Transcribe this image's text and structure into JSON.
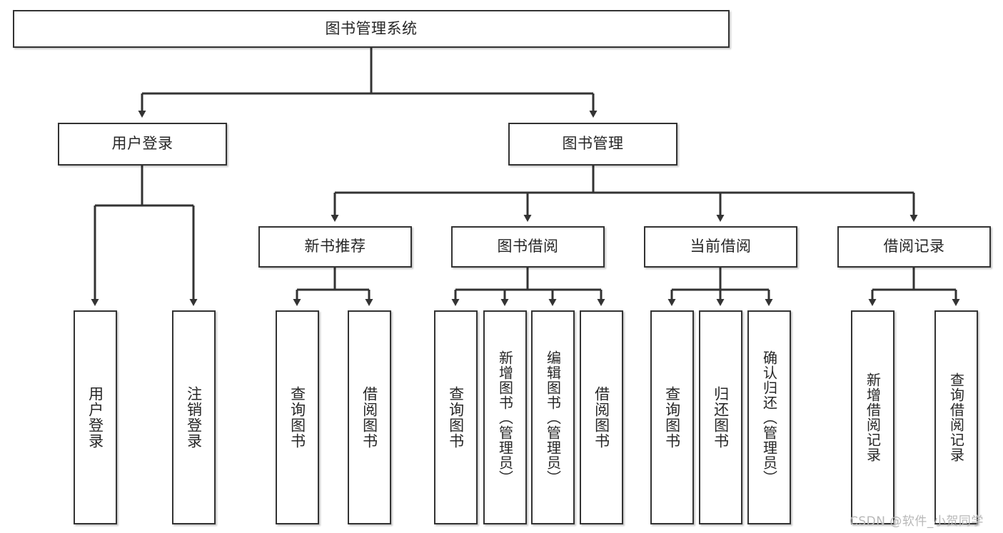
{
  "diagram": {
    "title_node": {
      "label": "图书管理系统"
    },
    "level2": [
      {
        "label": "用户登录"
      },
      {
        "label": "图书管理"
      }
    ],
    "level3": [
      {
        "label": "新书推荐"
      },
      {
        "label": "图书借阅"
      },
      {
        "label": "当前借阅"
      },
      {
        "label": "借阅记录"
      }
    ],
    "leaves": {
      "user_login": [
        {
          "label": "用户登录"
        },
        {
          "label": "注销登录"
        }
      ],
      "new_book": [
        {
          "label": "查询图书"
        },
        {
          "label": "借阅图书"
        }
      ],
      "book_borrow": [
        {
          "label": "查询图书"
        },
        {
          "label": "新增图书（管理员）"
        },
        {
          "label": "编辑图书（管理员）"
        },
        {
          "label": "借阅图书"
        }
      ],
      "current_borrow": [
        {
          "label": "查询图书"
        },
        {
          "label": "归还图书"
        },
        {
          "label": "确认归还（管理员）"
        }
      ],
      "borrow_record": [
        {
          "label": "新增借阅记录"
        },
        {
          "label": "查询借阅记录"
        }
      ]
    }
  },
  "watermark": {
    "text": "CSDN @软件_小贺同学"
  },
  "colors": {
    "border": "#333333",
    "text": "#262626",
    "background": "#ffffff",
    "watermark": "#b8b8b8"
  }
}
